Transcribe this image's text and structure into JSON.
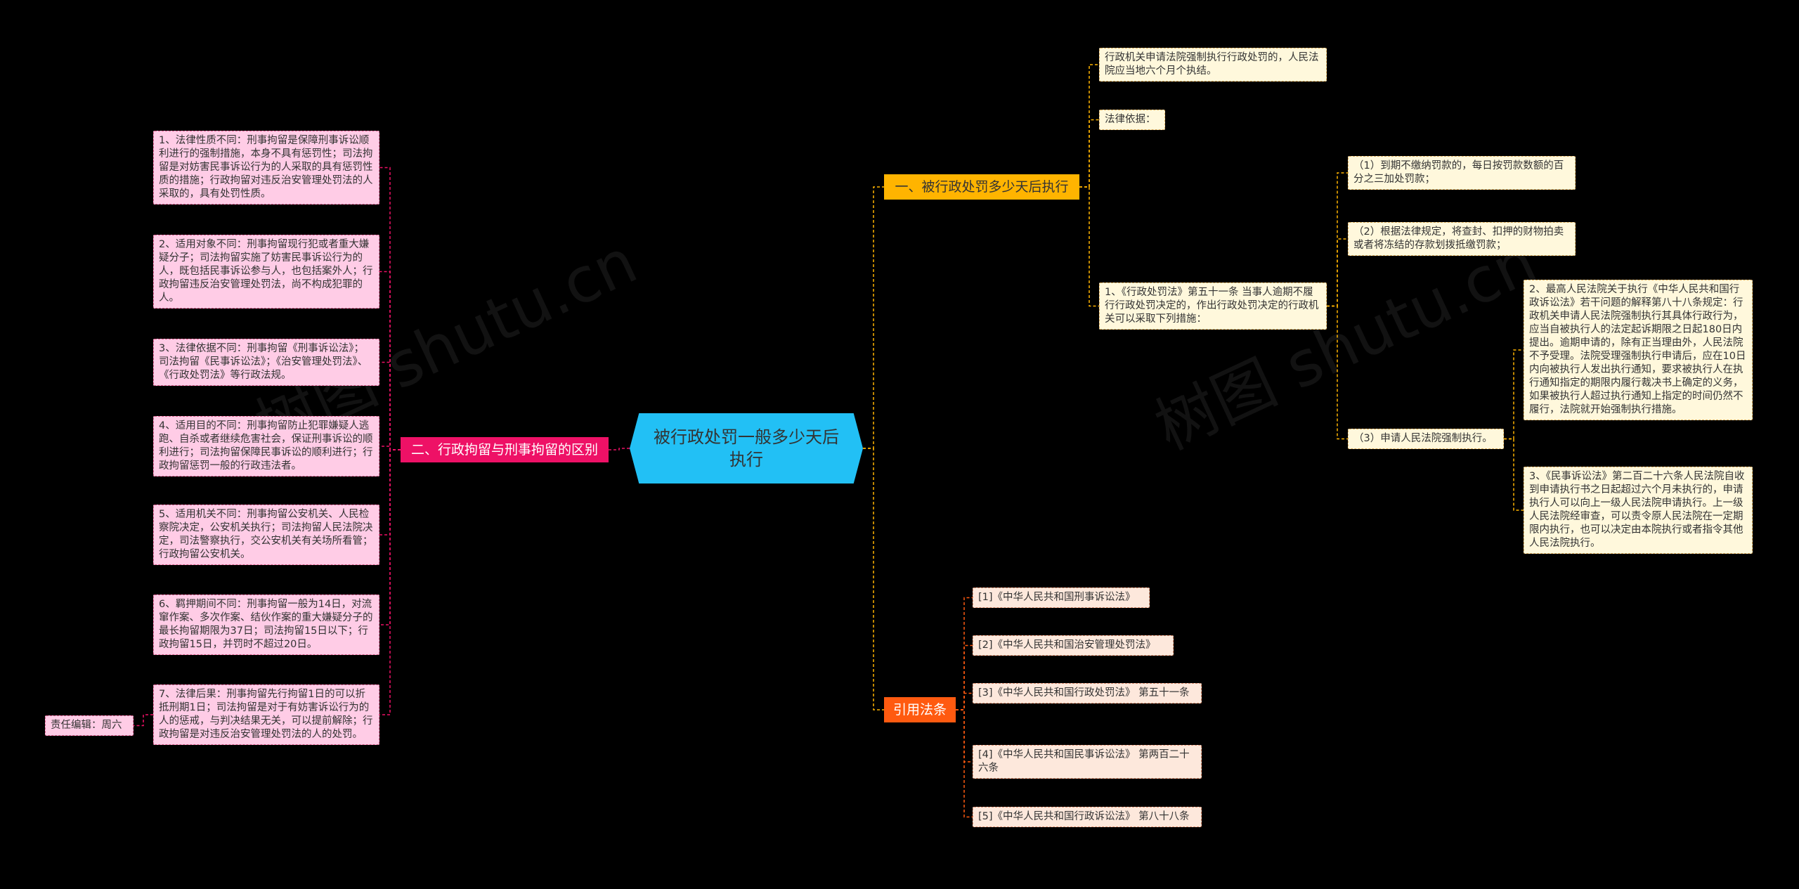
{
  "root": {
    "label": "被行政处罚一般多少天后执行"
  },
  "watermark": {
    "text": "树图 shutu.cn"
  },
  "editor": {
    "label": "责任编辑：周六"
  },
  "left_branch": {
    "label": "二、行政拘留与刑事拘留的区别",
    "items": [
      "1、法律性质不同：刑事拘留是保障刑事诉讼顺利进行的强制措施，本身不具有惩罚性；司法拘留是对妨害民事诉讼行为的人采取的具有惩罚性质的措施；行政拘留对违反治安管理处罚法的人采取的，具有处罚性质。",
      "2、适用对象不同：刑事拘留现行犯或者重大嫌疑分子；司法拘留实施了妨害民事诉讼行为的人，既包括民事诉讼参与人，也包括案外人；行政拘留违反治安管理处罚法，尚不构成犯罪的人。",
      "3、法律依据不同：刑事拘留《刑事诉讼法》；司法拘留《民事诉讼法》；《治安管理处罚法》、《行政处罚法》等行政法规。",
      "4、适用目的不同：刑事拘留防止犯罪嫌疑人逃跑、自杀或者继续危害社会，保证刑事诉讼的顺利进行；司法拘留保障民事诉讼的顺利进行；行政拘留惩罚一般的行政违法者。",
      "5、适用机关不同：刑事拘留公安机关、人民检察院决定，公安机关执行；司法拘留人民法院决定，司法警察执行，交公安机关有关场所看管；行政拘留公安机关。",
      "6、羁押期间不同：刑事拘留一般为14日，对流窜作案、多次作案、结伙作案的重大嫌疑分子的最长拘留期限为37日；司法拘留15日以下；行政拘留15日，并罚时不超过20日。",
      "7、法律后果：刑事拘留先行拘留1日的可以折抵刑期1日；司法拘留是对于有妨害诉讼行为的人的惩戒，与判决结果无关，可以提前解除；行政拘留是对违反治安管理处罚法的人的处罚。"
    ]
  },
  "right_branch_1": {
    "label": "一、被行政处罚多少天后执行",
    "items": [
      "行政机关申请法院强制执行行政处罚的，人民法院应当地六个月个执结。",
      "法律依据：",
      "1、《行政处罚法》第五十一条 当事人逾期不履行行政处罚决定的，作出行政处罚决定的行政机关可以采取下列措施："
    ],
    "measures": [
      "（1）到期不缴纳罚款的，每日按罚款数额的百分之三加处罚款；",
      "（2）根据法律规定，将查封、扣押的财物拍卖或者将冻结的存款划拨抵缴罚款；",
      "（3）申请人民法院强制执行。"
    ],
    "details": [
      "2、最高人民法院关于执行《中华人民共和国行政诉讼法》若干问题的解释第八十八条规定：行政机关申请人民法院强制执行其具体行政行为，应当自被执行人的法定起诉期限之日起180日内提出。逾期申请的，除有正当理由外，人民法院不予受理。法院受理强制执行申请后，应在10日内向被执行人发出执行通知，要求被执行人在执行通知指定的期限内履行裁决书上确定的义务，如果被执行人超过执行通知上指定的时间仍然不履行，法院就开始强制执行措施。",
      "3、《民事诉讼法》第二百二十六条人民法院自收到申请执行书之日起超过六个月未执行的，申请执行人可以向上一级人民法院申请执行。上一级人民法院经审查，可以责令原人民法院在一定期限内执行，也可以决定由本院执行或者指令其他人民法院执行。"
    ]
  },
  "right_branch_2": {
    "label": "引用法条",
    "items": [
      "[1]《中华人民共和国刑事诉讼法》",
      "[2]《中华人民共和国治安管理处罚法》",
      "[3]《中华人民共和国行政处罚法》 第五十一条",
      "[4]《中华人民共和国民事诉讼法》 第两百二十六条",
      "[5]《中华人民共和国行政诉讼法》 第八十八条"
    ]
  },
  "colors": {
    "background": "#000000",
    "root": "#22c0f5",
    "branch_left": "#ee1166",
    "branch_right_1": "#ffb400",
    "branch_right_2": "#ff5a10",
    "leaf_pink": "#ffcce6",
    "leaf_cream": "#fff8dc",
    "leaf_peach": "#fde8dc"
  }
}
